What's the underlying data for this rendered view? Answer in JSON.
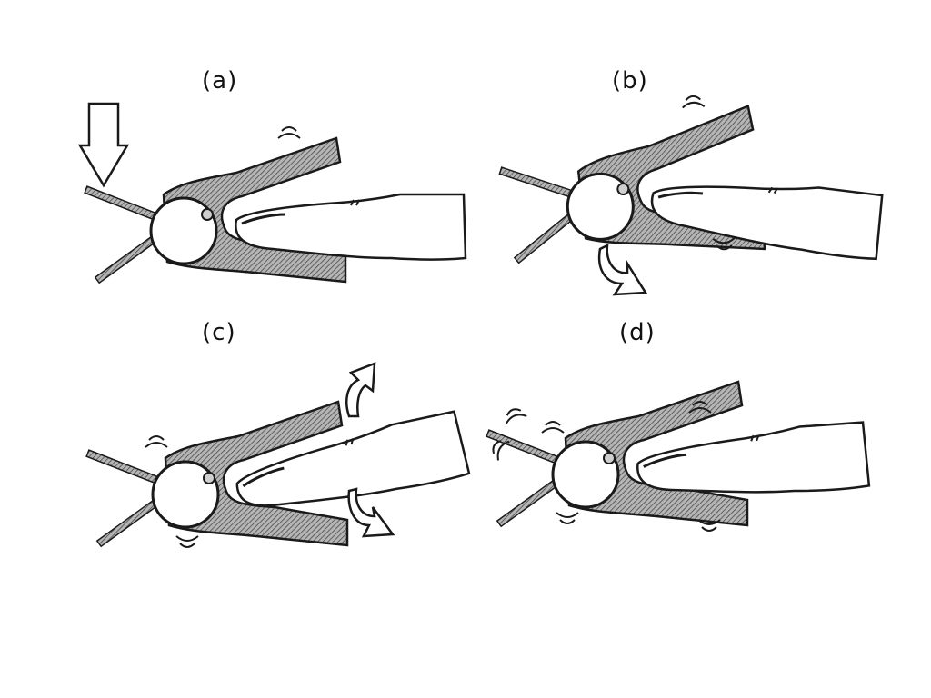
{
  "panels": [
    {
      "label": "(a)"
    },
    {
      "label": "(b)"
    },
    {
      "label": "(c)"
    },
    {
      "label": "(d)"
    }
  ],
  "colors": {
    "background": "#ffffff",
    "outline": "#1a1a1a",
    "clip_fill": "#9a9a9a"
  },
  "icons": {
    "hatched_fill": "clip-body",
    "arrow": "outline-arrow",
    "vibration": "vibration-marks"
  }
}
